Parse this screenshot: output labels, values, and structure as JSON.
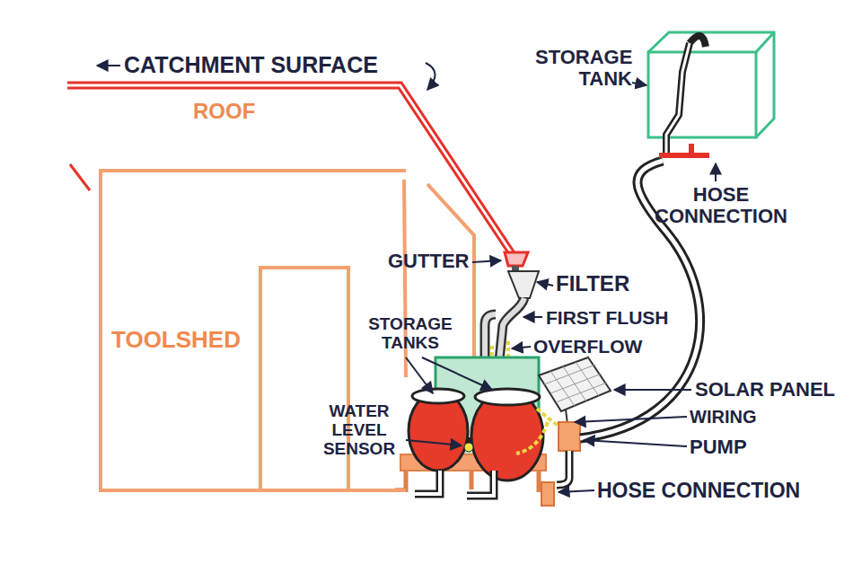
{
  "diagram": {
    "nodes": [
      {
        "text": [
          "TOOLSHED"
        ]
      }
    ],
    "labels": [
      "CATCHMENT SURFACE",
      "ROOF",
      "STORAGE TANK",
      "HOSE CONNECTION",
      "GUTTER",
      "FILTER",
      "FIRST FLUSH",
      "OVERFLOW",
      "STORAGE TANKS",
      "SOLAR PANEL",
      "WIRING",
      "WATER LEVEL SENSOR",
      "PUMP",
      "HOSE CONNECTION"
    ]
  }
}
